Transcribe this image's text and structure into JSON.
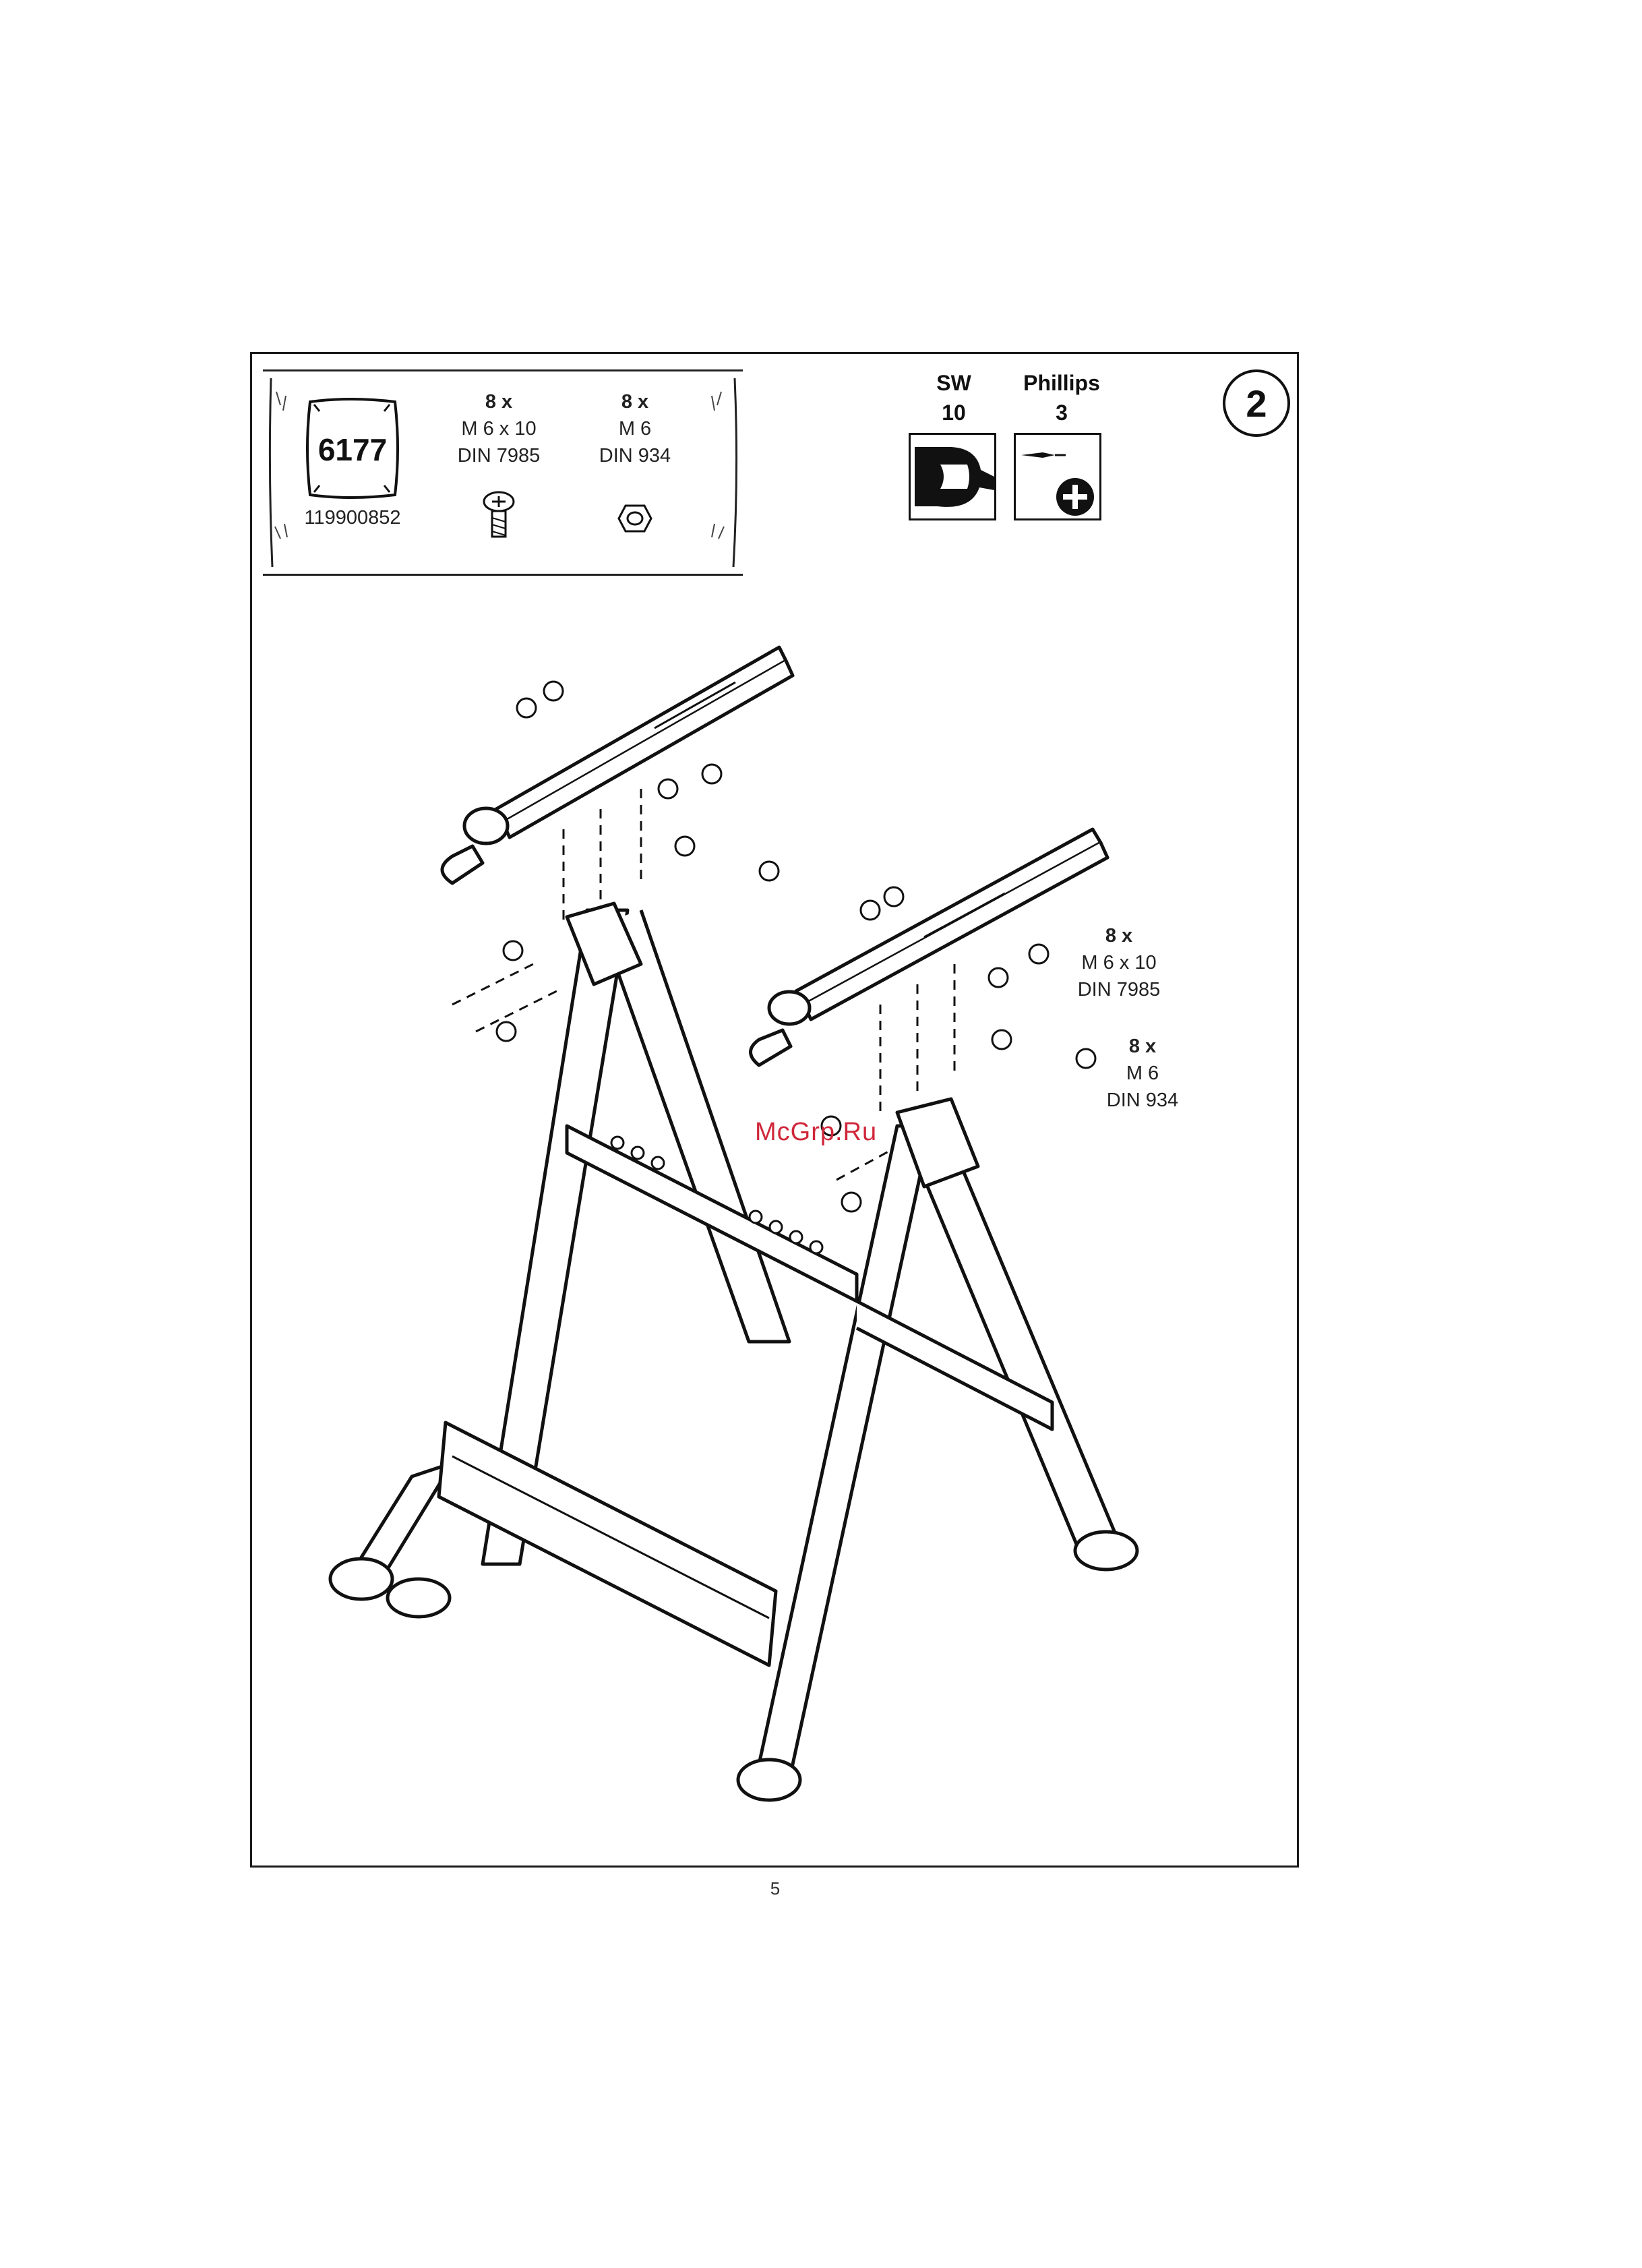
{
  "hardware_bag": {
    "label": "6177",
    "code": "119900852"
  },
  "hardware": [
    {
      "qty": "8 x",
      "size": "M 6 x 10",
      "norm": "DIN 7985",
      "icon": "screw-icon"
    },
    {
      "qty": "8 x",
      "size": "M 6",
      "norm": "DIN 934",
      "icon": "nut-icon"
    }
  ],
  "tools": [
    {
      "name": "SW",
      "size": "10",
      "icon": "wrench-icon"
    },
    {
      "name": "Phillips",
      "size": "3",
      "icon": "phillips-screwdriver-icon"
    }
  ],
  "step_number": "2",
  "callouts": [
    {
      "qty": "8 x",
      "size": "M 6 x 10",
      "norm": "DIN 7985"
    },
    {
      "qty": "8 x",
      "size": "M 6",
      "norm": "DIN 934"
    }
  ],
  "watermark": "McGrp.Ru",
  "page_number": "5"
}
